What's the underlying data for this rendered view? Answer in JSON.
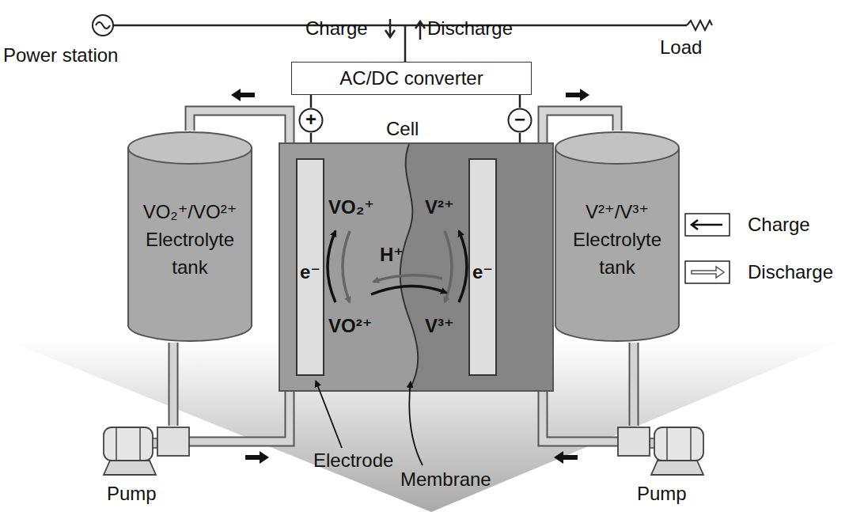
{
  "diagram": {
    "nodes": [
      {
        "text": [
          "AC/DC converter"
        ]
      },
      {
        "text": [
          "+"
        ]
      },
      {
        "text": [
          "−"
        ]
      },
      {
        "text": [
          "VO₂⁺/VO²⁺ Electrolyte tank"
        ]
      },
      {
        "text": [
          "Cell"
        ]
      },
      {
        "text": [
          "e⁻"
        ],
        "in": 4
      },
      {
        "text": [
          "e⁻"
        ],
        "in": 4
      },
      {
        "text": [
          "V²⁺/V³⁺ Electrolyte tank"
        ]
      },
      {
        "text": [
          "Pump"
        ]
      },
      {
        "text": [
          "Pump"
        ]
      }
    ],
    "edges": [
      {
        "from": 0,
        "to": 1,
        "arrow": "none"
      },
      {
        "from": 0,
        "to": 2,
        "arrow": "none"
      },
      {
        "from": 1,
        "to": 5,
        "arrow": "none"
      },
      {
        "from": 2,
        "to": 6,
        "arrow": "none"
      },
      {
        "from": 4,
        "to": 3,
        "arrow": "none"
      },
      {
        "from": 3,
        "to": 8,
        "arrow": "none"
      },
      {
        "from": 8,
        "to": 4,
        "arrow": "none"
      },
      {
        "from": 4,
        "to": 7,
        "arrow": "none"
      },
      {
        "from": 7,
        "to": 9,
        "arrow": "none"
      },
      {
        "from": 9,
        "to": 4,
        "arrow": "none"
      }
    ],
    "labels": [
      "Power station",
      "Charge",
      "Discharge",
      "Load",
      "VO₂⁺",
      "V²⁺",
      "H⁺",
      "VO²⁺",
      "V³⁺",
      "Electrode",
      "Membrane"
    ],
    "legend": [
      {
        "text": "Charge"
      },
      {
        "text": "Discharge"
      }
    ]
  }
}
